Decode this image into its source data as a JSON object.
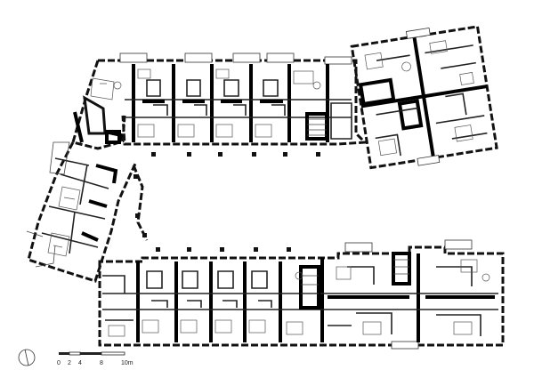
{
  "drawing": {
    "type": "architectural floor plan"
  },
  "scale_bar": {
    "ticks": [
      "0",
      "2",
      "4",
      "8",
      "10m"
    ]
  },
  "north_arrow": {
    "icon": "north-arrow-icon"
  },
  "colors": {
    "ink": "#111111",
    "background": "#ffffff"
  }
}
